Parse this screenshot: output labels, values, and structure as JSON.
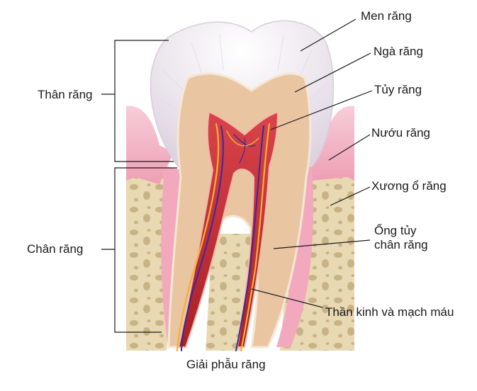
{
  "diagram": {
    "caption": "Giải phẫu răng",
    "group_labels": {
      "crown": "Thân răng",
      "root": "Chân răng"
    },
    "labels": {
      "enamel": "Men răng",
      "dentin": "Ngà răng",
      "pulp": "Tủy răng",
      "gum": "Nướu răng",
      "alveolar_bone": "Xương ổ răng",
      "root_canal_line1": "Ống tủy",
      "root_canal_line2": "chân răng",
      "nerves_vessels": "Thần kinh và mạch máu"
    },
    "colors": {
      "enamel": "#efe9ef",
      "dentin": "#e8c4a0",
      "pulp": "#c0272d",
      "gum": "#f2b6c6",
      "bone": "#e6d6ad",
      "bone_pore": "#c9b68c",
      "nerve": "#f2b233",
      "vessel": "#3a2a9a"
    }
  }
}
